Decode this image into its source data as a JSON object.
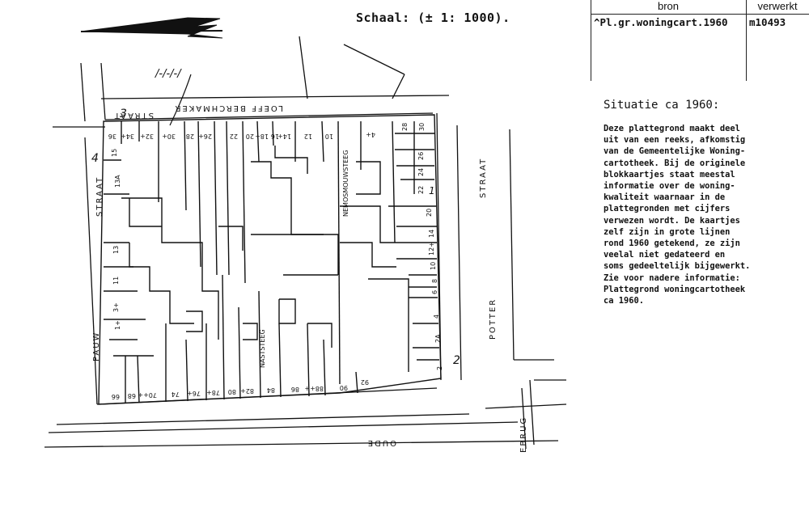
{
  "scale": {
    "label": "Schaal:",
    "value": "(± 1: 1000)."
  },
  "source_table": {
    "header_bron": "bron",
    "header_verwerkt": "verwerkt",
    "bron_value": "^Pl.gr.woningcart.1960",
    "verwerkt_value": "m10493"
  },
  "side": {
    "title": "Situatie ca 1960:",
    "description": "Deze plattegrond maakt deel\nuit van een reeks, afkomstig\nvan de Gemeentelijke Woning-\ncartotheek. Bij de originele\nblokkaartjes staat meestal\ninformatie over de woning-\nkwaliteit waarnaar in de\nplattegronden met cijfers\nverwezen wordt. De kaartjes\nzelf zijn in grote lijnen\nrond 1960 getekend, ze zijn\nveelal niet gedateerd en\nsoms gedeeltelijk bijgewerkt.\nZie voor nadere informatie:\n Plattegrond woningcartotheek\nca 1960."
  },
  "map": {
    "streets": {
      "top_a": "STRAAT",
      "top_b": "LOEFF BERCHMAKER",
      "left_a": "STRAAT",
      "left_b": "PAUW",
      "right_a": "STRAAT",
      "right_b": "POTTER",
      "bottom_a": "OUDE",
      "bottom_b": "EBRUG",
      "alley_a": "NEMOSMOUWSTEEG",
      "alley_b": "NASTSTEEG"
    },
    "annotation": "/-/-/-/",
    "marks": [
      "3",
      "4",
      "1",
      "2"
    ],
    "top_lots": [
      "36",
      "34+",
      "32+",
      "30+",
      "28",
      "26+",
      "22",
      "20",
      "18+",
      "16",
      "14+",
      "12",
      "10",
      "4+",
      "28",
      "30"
    ],
    "left_lots": [
      "15",
      "13A",
      "13",
      "11",
      "3+",
      "1+"
    ],
    "right_lots": [
      "26",
      "24",
      "22",
      "20",
      "14",
      "12+",
      "10",
      "8",
      "6",
      "4",
      "2A",
      "2"
    ],
    "bottom_lots": [
      "66",
      "68",
      "70++",
      "74",
      "76+",
      "78+",
      "80",
      "82+",
      "84",
      "86",
      "88++",
      "90",
      "92"
    ]
  }
}
